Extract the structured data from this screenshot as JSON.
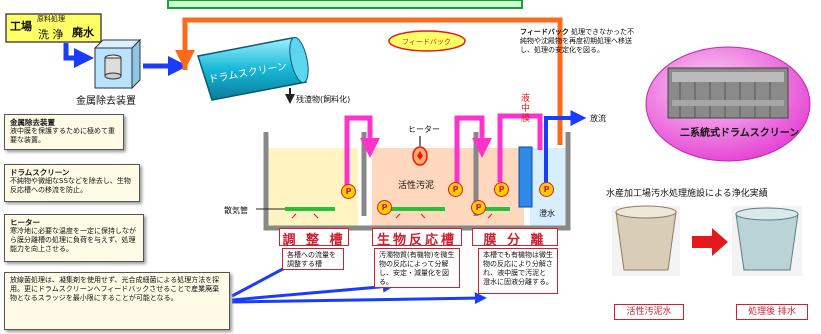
{
  "source": {
    "factory": "工場",
    "raw": "原料処理",
    "wash": "洗 浄",
    "waste": "廃水"
  },
  "metal_removal_device": "金属除去装置",
  "drum_screen": "ドラムスクリーン",
  "residue": "残渣物(飼料化)",
  "feedback_label": "フィードバック",
  "feedback_desc": {
    "title": "フィードバック",
    "text": "処理できなかった不純物や沈殿物を再度初期処理へ移送し、処理の安定化を図る。"
  },
  "heater": "ヒーター",
  "activated_sludge": "活性汚泥",
  "membrane": "液中膜",
  "discharge": "放流",
  "clear_water": "澄水",
  "aeration_pipe": "散気管",
  "pump": "P",
  "tanks": [
    "調 整 槽",
    "生物反応槽",
    "膜 分 離 槽"
  ],
  "notes": {
    "adjust": "各槽への流量を調整する槽",
    "bio": "汚濁物質(有機物)を微生物の反応によって分解し、安定・減量化を図る。",
    "membrane": "本槽でも有機物は微生物の反応により分解され、液中膜で汚泥と澄水に固液分離する。"
  },
  "descriptions": [
    {
      "title": "金属除去装置",
      "text": "液中膜を保護するために極めて重要な装置。"
    },
    {
      "title": "ドラムスクリーン",
      "text": "不純物や微細なSSなどを除去し、生物反応槽への移流を防止。"
    },
    {
      "title": "ヒーター",
      "text": "寒冷地に必要な温度を一定に保持しながら膜分離槽の処理に負荷を与えず、処理能力を向上させる。"
    },
    {
      "title": "",
      "text": "放線菌処理は、凝集剤を使用せず、光合成細菌による処理方法を採用。更にドラムスクリーンへフィードバックさせることで産業廃棄物となるスラッジを最小限にすることが可能となる。"
    }
  ],
  "photo": {
    "machine_label": "二系統式ドラムスクリーン",
    "title": "水産加工場汚水処理施設による浄化実績",
    "before_label": "活性汚泥水",
    "after_label": "処理後 排水"
  }
}
